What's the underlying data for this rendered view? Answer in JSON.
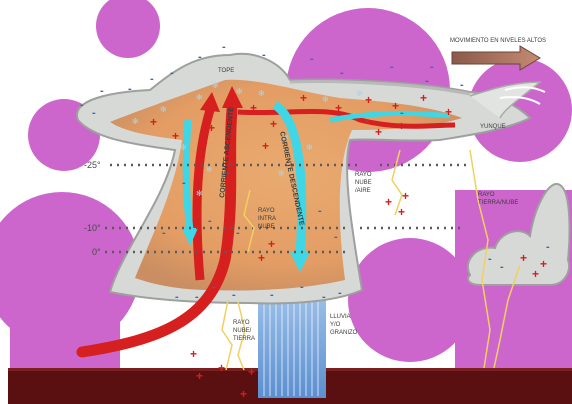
{
  "labels": {
    "top": "TOPE",
    "upper_winds": "MOVIMIENTO EN NIVELES ALTOS",
    "anvil": "YUNQUE",
    "cloud_air_lightning_1": "RAYO",
    "cloud_air_lightning_2": "NUBE",
    "cloud_air_lightning_3": "/AIRE",
    "intra_lightning_1": "RAYO",
    "intra_lightning_2": "INTRA",
    "intra_lightning_3": "NUBE",
    "cloud_ground_lightning_1": "RAYO",
    "cloud_ground_lightning_2": "NUBE/",
    "cloud_ground_lightning_3": "TIERRA",
    "ground_cloud_lightning_1": "RAYO",
    "ground_cloud_lightning_2": "TIERRA/NUBE",
    "precip_1": "LLUVIA",
    "precip_2": "Y/O",
    "precip_3": "GRANIZO",
    "updraft": "CORRIENTE ASCENDENTE",
    "downdraft": "CORRIENTE DESCENDENTE",
    "temp_1": "-25°",
    "temp_2": "-10°",
    "temp_3": "0°"
  },
  "colors": {
    "background": "#ffffff",
    "magenta": "#cc66cc",
    "cloud_core": "#e8a060",
    "cloud_edge": "#d9dcd9",
    "ground": "#5a1010",
    "updraft": "#d61f1f",
    "downdraft": "#3fd6e6",
    "rain": "#6f9fd8",
    "lightning": "#f0d060"
  },
  "icons": [
    "positive-charge-icon",
    "negative-charge-icon",
    "ice-crystal-icon",
    "lightning-bolt-icon",
    "wind-arrow-icon"
  ]
}
